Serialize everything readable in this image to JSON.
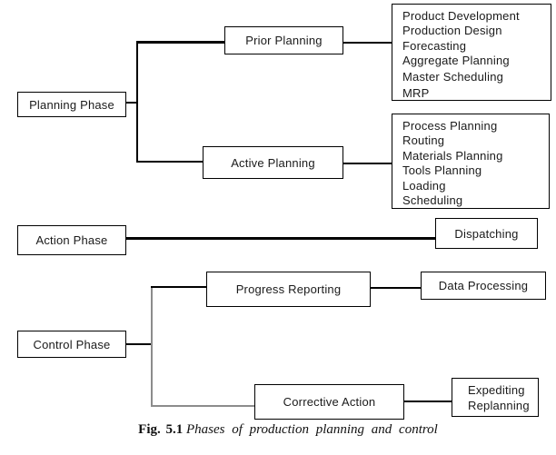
{
  "colors": {
    "line": "#000000",
    "grey_line": "#8c8c8c",
    "background": "#ffffff",
    "text": "#1a1a1a"
  },
  "nodes": {
    "planning_phase": "Planning Phase",
    "prior_planning": "Prior Planning",
    "active_planning": "Active Planning",
    "prior_outputs": [
      "Product Development",
      "Production Design",
      "Forecasting",
      "Aggregate Planning",
      "Master Scheduling",
      "MRP"
    ],
    "active_outputs": [
      "Process Planning",
      "Routing",
      "Materials Planning",
      "Tools Planning",
      "Loading",
      "Scheduling"
    ],
    "action_phase": "Action Phase",
    "dispatching": "Dispatching",
    "control_phase": "Control Phase",
    "progress_reporting": "Progress Reporting",
    "data_processing": "Data Processing",
    "corrective_action": "Corrective Action",
    "expediting": [
      "Expediting",
      "Replanning"
    ]
  },
  "caption": {
    "label": "Fig. 5.1",
    "text": "Phases of production planning and control"
  }
}
